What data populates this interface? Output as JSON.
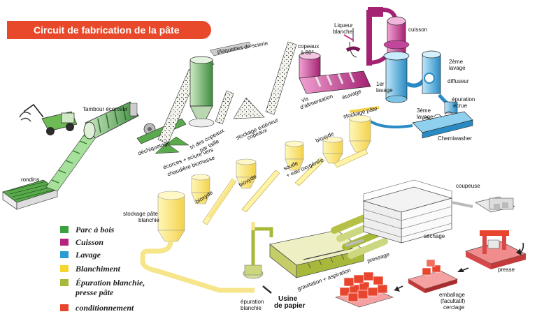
{
  "title": "Circuit de fabrication de la pâte",
  "labels": {
    "rondins": "rondins",
    "tambour": "Tambour écorceur",
    "dechiquetage": "déchiquetage",
    "plaquettes": "plaquettes de scierie",
    "tri": "tri des copeaux",
    "tri2": "par taille",
    "stockage_ext": "stockage extérieur",
    "stockage_ext2": "copeaux",
    "ecorces": "écorces + sciure vers",
    "ecorces2": "chaudière biomasse",
    "copeaux80": "copeaux",
    "copeaux80b": "à 80°",
    "liqueur": "Liqueur",
    "liqueur2": "blanche",
    "cuisson": "cuisson",
    "vis": "vis",
    "vis2": "d'alimentation",
    "etuvage": "étuvage",
    "lavage1": "1er",
    "lavage1b": "lavage",
    "lavage2": "2ème",
    "lavage2b": "lavage",
    "diffuseur": "diffuseur",
    "epuration": "épuration",
    "epuration2": "écrue",
    "lavage3": "3ème",
    "lavage3b": "lavage",
    "chemiwasher": "Chemiwasher",
    "stockage_pate": "stockage pâte",
    "bioxyde_a": "bioxyde",
    "soude": "soude",
    "soude2": "+ eau oxygénée",
    "bioxyde_b": "bioxyde",
    "bioxyde_c": "bioxyde",
    "stockage_blanchie": "stockage pâte",
    "stockage_blanchie2": "blanchie",
    "coupeuse": "coupeuse",
    "sechage": "séchage",
    "pressage": "pressage",
    "presse": "presse",
    "emballage": "emballage",
    "emballage2": "(facultatif)",
    "emballage3": "cerclage",
    "gravitation": "gravitation + aspiration",
    "epuration_blanchie": "épuration",
    "epuration_blanchie2": "blanchie",
    "usine": "Usine",
    "usine2": "de papier"
  },
  "legend": [
    {
      "label": "Parc à bois",
      "color": "#3aa040"
    },
    {
      "label": "Cuisson",
      "color": "#b5237e"
    },
    {
      "label": "Lavage",
      "color": "#2b9bd4"
    },
    {
      "label": "Blanchiment",
      "color": "#f7d531"
    },
    {
      "label": "Épuration blanchie,",
      "label2": "presse pâte",
      "color": "#a8b83a"
    },
    {
      "label": "conditionnement",
      "color": "#e8452e"
    }
  ]
}
